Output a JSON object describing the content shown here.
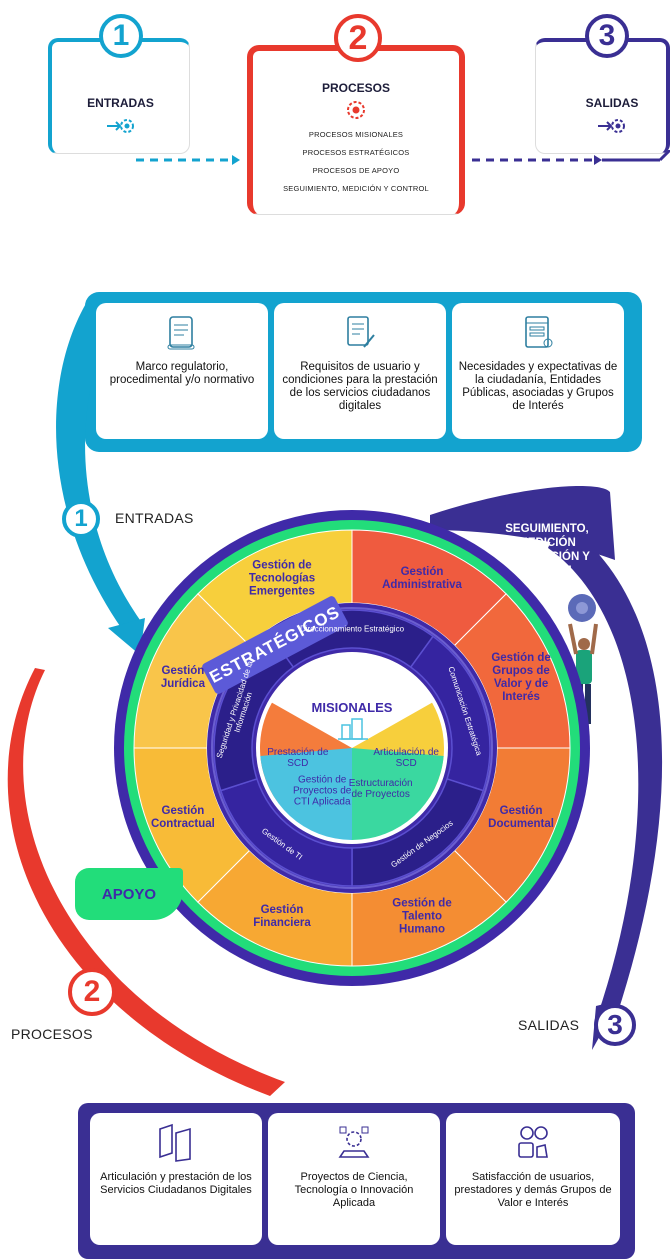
{
  "flow": {
    "steps": [
      {
        "number": "1",
        "title": "ENTRADAS"
      },
      {
        "number": "2",
        "title": "PROCESOS",
        "items": [
          "PROCESOS MISIONALES",
          "PROCESOS ESTRATÉGICOS",
          "PROCESOS DE APOYO",
          "SEGUIMIENTO, MEDICIÓN Y CONTROL"
        ]
      },
      {
        "number": "3",
        "title": "SALIDAS"
      }
    ]
  },
  "inputs": {
    "cards": [
      {
        "icon": "regulation-scroll-icon",
        "label": "Marco regulatorio, procedimental y/o normativo"
      },
      {
        "icon": "requirements-document-icon",
        "label": "Requisitos de usuario y condiciones para la prestación de los servicios ciudadanos digitales"
      },
      {
        "icon": "needs-form-icon",
        "label": "Necesidades y expectativas de la ciudadanía, Entidades Públicas, asociadas y Grupos de Interés"
      }
    ]
  },
  "labels": {
    "entradas": "ENTRADAS",
    "procesos": "PROCESOS",
    "salidas": "SALIDAS",
    "seguimiento": "SEGUIMIENTO, MEDICIÓN EVALUACIÓN Y CONTROL",
    "apoyo": "APOYO",
    "estrategicos": "ESTRATÉGICOS",
    "misionales": "MISIONALES"
  },
  "wheel": {
    "apoyo_segments": [
      {
        "label": "Gestión de Tecnologías Emergentes",
        "color": "#f7cf3c"
      },
      {
        "label": "Gestión Administrativa",
        "color": "#ef5b3f"
      },
      {
        "label": "Gestión de Grupos de Valor y de Interés",
        "color": "#f1683c"
      },
      {
        "label": "Gestión Documental",
        "color": "#f27c35"
      },
      {
        "label": "Gestión de Talento Humano",
        "color": "#f48d33"
      },
      {
        "label": "Gestión Financiera",
        "color": "#f7a833"
      },
      {
        "label": "Gestión Contractual",
        "color": "#f8bb37"
      },
      {
        "label": "Gestión Jurídica",
        "color": "#f9c54a"
      }
    ],
    "estrategicos_segments": [
      "Direccionamiento Estratégico",
      "Comunicación Estratégica",
      "Gestión de Negocios",
      "Gestión de TI",
      "Seguridad y Privacidad de la Información"
    ],
    "misionales_segments": [
      {
        "label": "Prestación de SCD",
        "color": "#f47c3c"
      },
      {
        "label": "Articulación de SCD",
        "color": "#f7cf3c"
      },
      {
        "label": "Estructuración de Proyectos",
        "color": "#3ad8a0"
      },
      {
        "label": "Gestión de Proyectos de CTI Aplicada",
        "color": "#4cc3e0"
      }
    ]
  },
  "outputs": {
    "cards": [
      {
        "icon": "digital-services-icon",
        "label": "Articulación y prestación de los Servicios Ciudadanos Digitales"
      },
      {
        "icon": "innovation-icon",
        "label": "Proyectos de Ciencia, Tecnología o Innovación Aplicada"
      },
      {
        "icon": "satisfaction-icon",
        "label": "Satisfacción de usuarios, prestadores y demás Grupos de Valor e Interés"
      }
    ]
  },
  "colors": {
    "cyan": "#13a3cf",
    "red": "#e8392d",
    "navy": "#3a2f93",
    "green": "#22dd7a",
    "purple": "#4b3bb3"
  }
}
